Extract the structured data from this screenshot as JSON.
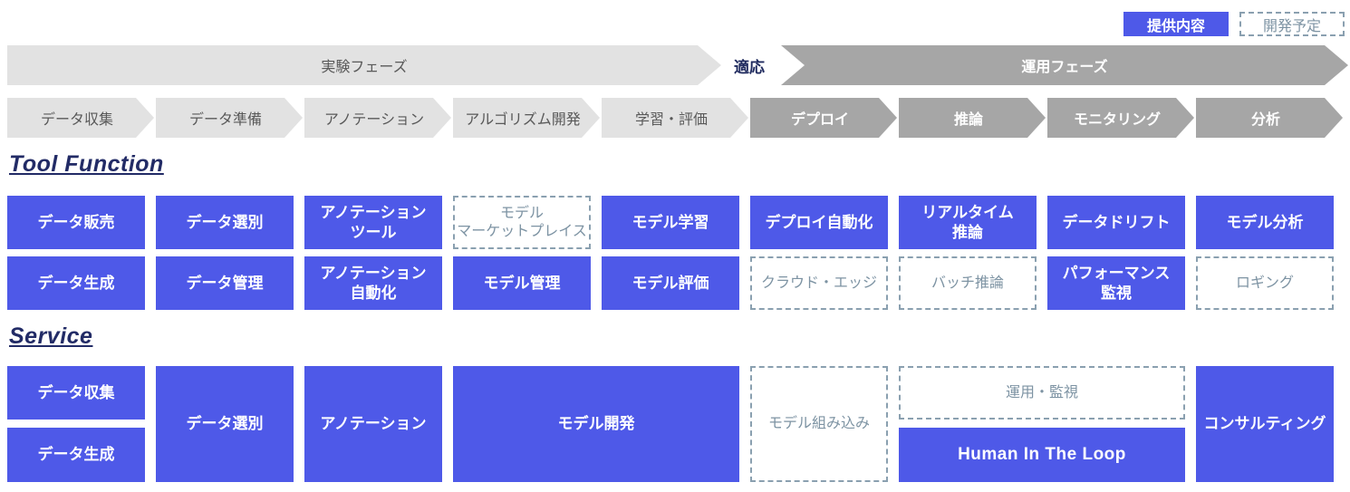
{
  "colors": {
    "accent_blue": "#4e59e8",
    "light_gray": "#e2e2e2",
    "dark_gray": "#a6a6a6",
    "navy_text": "#1f2a5e",
    "slate_text": "#7d93a3"
  },
  "legend": {
    "provided_label": "提供内容",
    "planned_label": "開発予定"
  },
  "phases": {
    "experiment": "実験フェーズ",
    "adaptation": "適応",
    "operation": "運用フェーズ"
  },
  "pipeline_steps": [
    {
      "label": "データ収集",
      "phase": "experiment"
    },
    {
      "label": "データ準備",
      "phase": "experiment"
    },
    {
      "label": "アノテーション",
      "phase": "experiment"
    },
    {
      "label": "アルゴリズム開発",
      "phase": "experiment"
    },
    {
      "label": "学習・評価",
      "phase": "experiment"
    },
    {
      "label": "デプロイ",
      "phase": "operation"
    },
    {
      "label": "推論",
      "phase": "operation"
    },
    {
      "label": "モニタリング",
      "phase": "operation"
    },
    {
      "label": "分析",
      "phase": "operation"
    }
  ],
  "sections": {
    "tool_function": {
      "title": "Tool Function",
      "rows": [
        [
          {
            "label": "データ販売",
            "status": "provided"
          },
          {
            "label": "データ選別",
            "status": "provided"
          },
          {
            "label": "アノテーション\nツール",
            "status": "provided"
          },
          {
            "label": "モデル\nマーケットプレイス",
            "status": "planned"
          },
          {
            "label": "モデル学習",
            "status": "provided"
          },
          {
            "label": "デプロイ自動化",
            "status": "provided"
          },
          {
            "label": "リアルタイム\n推論",
            "status": "provided"
          },
          {
            "label": "データドリフト",
            "status": "provided"
          },
          {
            "label": "モデル分析",
            "status": "provided"
          }
        ],
        [
          {
            "label": "データ生成",
            "status": "provided"
          },
          {
            "label": "データ管理",
            "status": "provided"
          },
          {
            "label": "アノテーション\n自動化",
            "status": "provided"
          },
          {
            "label": "モデル管理",
            "status": "provided"
          },
          {
            "label": "モデル評価",
            "status": "provided"
          },
          {
            "label": "クラウド・エッジ",
            "status": "planned"
          },
          {
            "label": "バッチ推論",
            "status": "planned"
          },
          {
            "label": "パフォーマンス\n監視",
            "status": "provided"
          },
          {
            "label": "ロギング",
            "status": "planned"
          }
        ]
      ]
    },
    "service": {
      "title": "Service",
      "items": {
        "data_collection": {
          "label": "データ収集",
          "status": "provided"
        },
        "data_generation": {
          "label": "データ生成",
          "status": "provided"
        },
        "data_selection": {
          "label": "データ選別",
          "status": "provided"
        },
        "annotation": {
          "label": "アノテーション",
          "status": "provided"
        },
        "model_development": {
          "label": "モデル開発",
          "status": "provided"
        },
        "model_integration": {
          "label": "モデル組み込み",
          "status": "planned"
        },
        "operation_monitoring": {
          "label": "運用・監視",
          "status": "planned"
        },
        "human_in_the_loop": {
          "label": "Human In The Loop",
          "status": "provided"
        },
        "consulting": {
          "label": "コンサルティング",
          "status": "provided"
        }
      }
    }
  }
}
